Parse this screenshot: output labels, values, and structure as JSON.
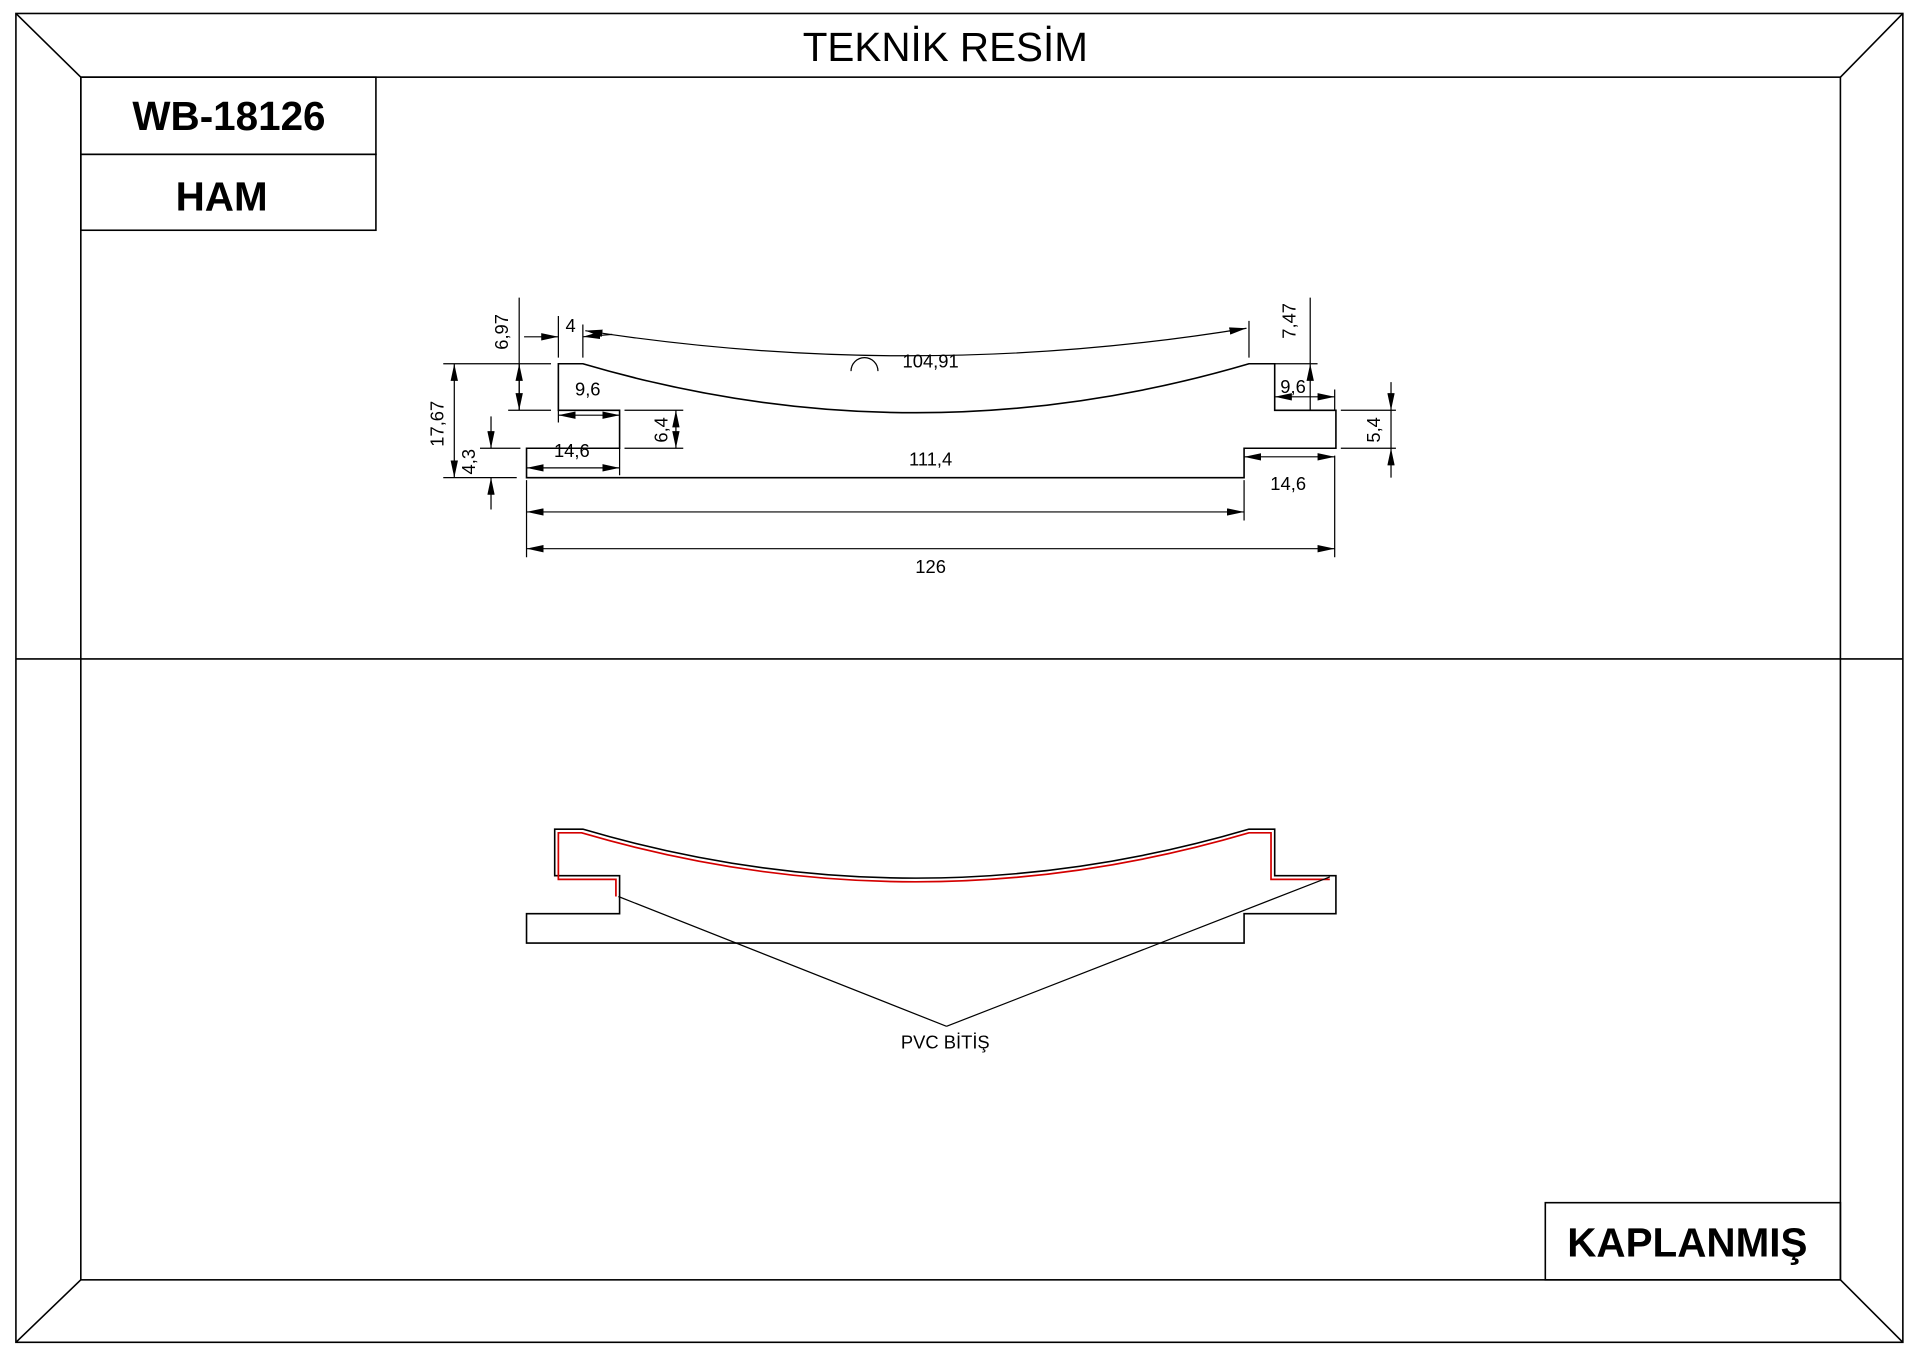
{
  "title": "TEKNİK RESİM",
  "product_code": "WB-18126",
  "top_label": "HAM",
  "bottom_label": "KAPLANMIŞ",
  "annotation": "PVC BİTİŞ",
  "dimensions": {
    "d_697": "6,97",
    "d_4": "4",
    "d_arc": "104,91",
    "d_747": "7,47",
    "d_96_right": "9,6",
    "d_54": "5,4",
    "d_146_right": "14,6",
    "d_96_left": "9,6",
    "d_64": "6,4",
    "d_146_left": "14,6",
    "d_1767": "17,67",
    "d_43": "4,3",
    "d_1114": "111,4",
    "d_126": "126"
  },
  "colors": {
    "line": "#000000",
    "pvc": "#d40000"
  }
}
